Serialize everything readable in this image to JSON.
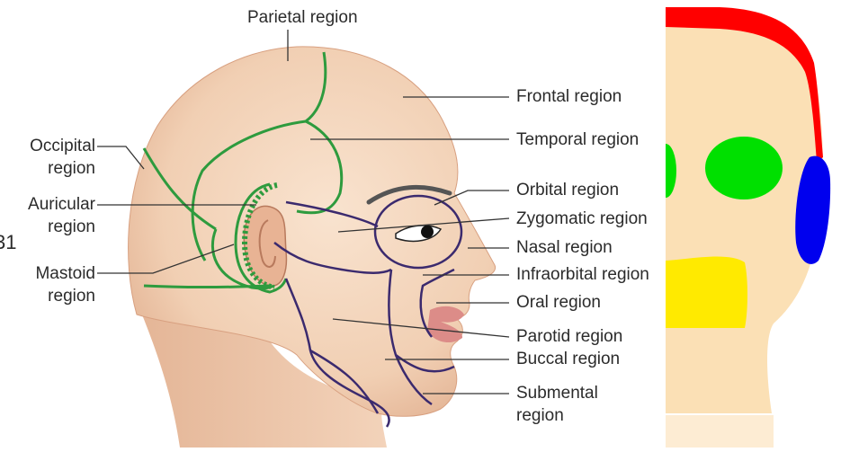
{
  "diagram": {
    "labels": {
      "parietal": "Parietal region",
      "frontal": "Frontal region",
      "temporal": "Temporal region",
      "occipital_line1": "Occipital",
      "occipital_line2": "region",
      "orbital": "Orbital region",
      "auricular_line1": "Auricular",
      "auricular_line2": "region",
      "zygomatic": "Zygomatic region",
      "nasal": "Nasal region",
      "mastoid_line1": "Mastoid",
      "mastoid_line2": "region",
      "infraorbital": "Infraorbital region",
      "oral": "Oral region",
      "parotid": "Parotid region",
      "buccal": "Buccal region",
      "submental_line1": "Submental",
      "submental_line2": "region",
      "stray_number": "31"
    },
    "colors": {
      "skin_light": "#f7dcc4",
      "skin_mid": "#eec3a2",
      "skin_shadow": "#d9a283",
      "green_outline": "#2e9b3e",
      "purple_outline": "#3b2a6e",
      "leader_line": "#333333",
      "mask_skin": "#fbe0b5",
      "mask_red": "#ff0000",
      "mask_green": "#00e000",
      "mask_blue": "#0000ee",
      "mask_yellow": "#ffea00"
    }
  }
}
